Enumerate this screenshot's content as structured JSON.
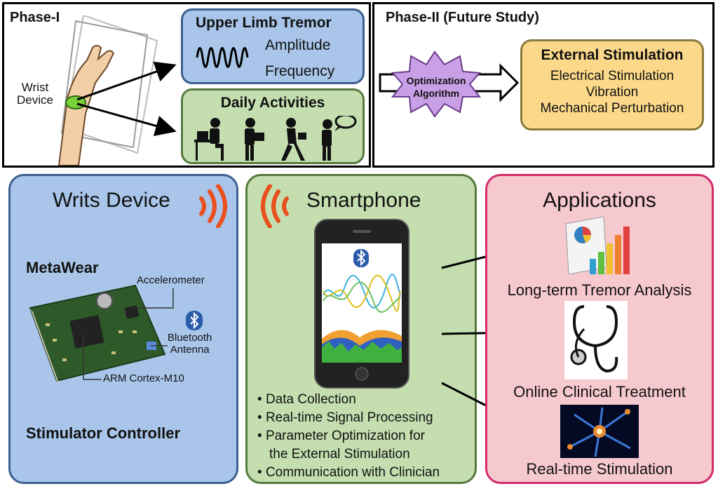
{
  "phase1": {
    "title": "Phase-I",
    "wrist_label_line1": "Wrist",
    "wrist_label_line2": "Device",
    "tremor": {
      "title": "Upper Limb Tremor",
      "line1": "Amplitude",
      "line2": "Frequency"
    },
    "daily": {
      "title": "Daily Activities"
    }
  },
  "phase2": {
    "title": "Phase-II (Future Study)",
    "optimization_line1": "Optimization",
    "optimization_line2": "Algorithm",
    "external": {
      "title": "External Stimulation",
      "items": [
        "Electrical Stimulation",
        "Vibration",
        "Mechanical Perturbation"
      ]
    }
  },
  "device": {
    "title": "Writs Device",
    "board_name": "MetaWear",
    "accelerometer": "Accelerometer",
    "bluetooth_line1": "Bluetooth",
    "bluetooth_line2": "Antenna",
    "cpu": "ARM Cortex-M10",
    "controller": "Stimulator Controller"
  },
  "smartphone": {
    "title": "Smartphone",
    "bullets": [
      "Data Collection",
      "Real-time Signal Processing",
      "Parameter Optimization for",
      "the External Stimulation",
      "Communication with Clinician"
    ]
  },
  "applications": {
    "title": "Applications",
    "items": [
      "Long-term Tremor Analysis",
      "Online Clinical Treatment",
      "Real-time Stimulation"
    ]
  },
  "colors": {
    "blue_panel": "#a9c6ea",
    "green_panel": "#c4deb0",
    "pink_panel": "#f6c9cf",
    "wave_orange": "#e8501e",
    "star_purple": "#c9a0e6",
    "stim_yellow": "#fcd98a"
  }
}
